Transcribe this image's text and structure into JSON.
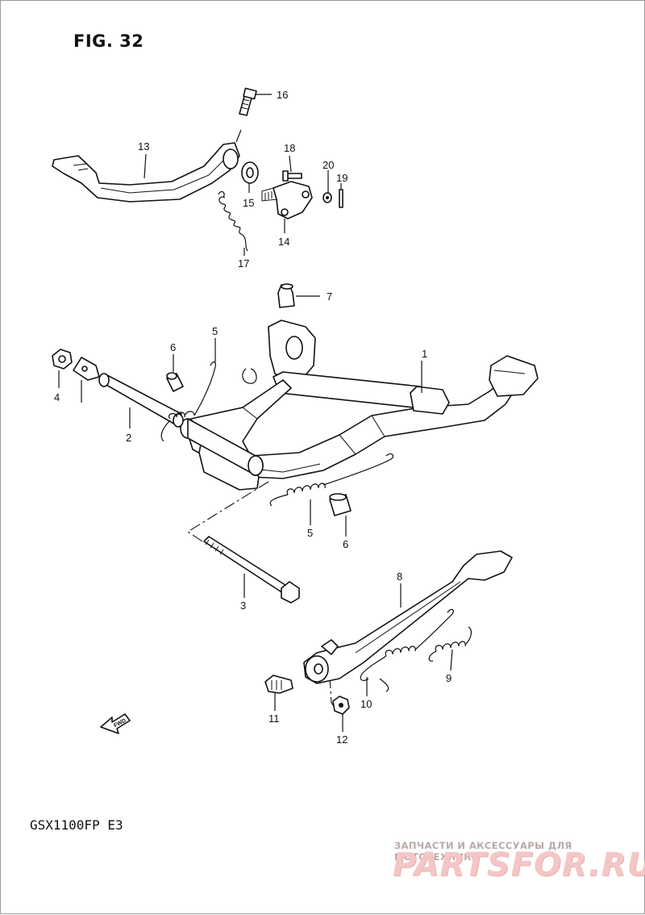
{
  "figure": {
    "title": "FIG. 32",
    "model": "GSX1100FP  E3",
    "fwd_label": "FWD"
  },
  "callouts": [
    "1",
    "2",
    "3",
    "4",
    "5",
    "6",
    "7",
    "8",
    "9",
    "10",
    "11",
    "12",
    "13",
    "14",
    "15",
    "16",
    "17",
    "18",
    "19",
    "20"
  ],
  "callouts_repeat": [
    "5",
    "6"
  ],
  "watermark": {
    "tagline": "ЗАПЧАСТИ И АКСЕССУАРЫ ДЛЯ МОТОТЕХНИКИ",
    "logo": "PARTSFOR.RU"
  }
}
